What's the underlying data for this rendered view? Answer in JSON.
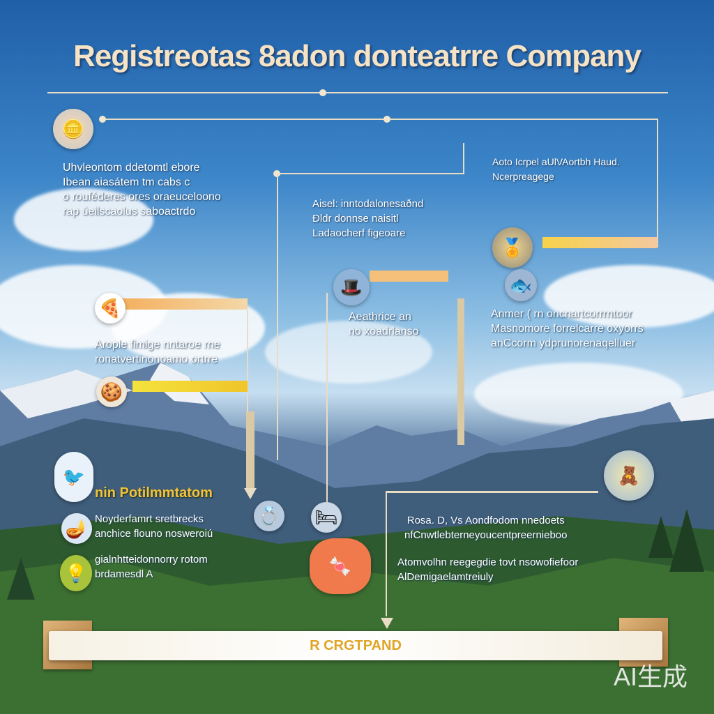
{
  "title": "Registreotas 8adon donteatrre Company",
  "blocks": {
    "top_left": [
      "Uhvleontom ddetomtl ebore",
      "Ibean aiasátem tm cabs c",
      "o rouféderes ores oraeuceloono",
      "rap úeilscaolus saboactrdo"
    ],
    "center_top": [
      "Aisel: inntodalonesaðnd",
      "Ðldr donnse naisitl",
      "Ladaocherf figeoare"
    ],
    "top_right": [
      "Aoto Icrpel aUlVAortbh Haud.",
      "Ncerpreagege"
    ],
    "center_mid": [
      "Aeathrice an",
      "no xoadrlanso"
    ],
    "right_mid": [
      "Anmer ( rn oncnartcorrrntoor",
      "Masnomore forrelcarre oxyorrs",
      "anCcorm ydprunorenaqelluer"
    ],
    "left_mid": [
      "Arople fimige nntaroe rne",
      "ronatvertinonoamo ortrre"
    ],
    "heading": "nin Potilmmtatom",
    "left_list": [
      [
        "Noyderfamrt sretbrecks",
        "anchice flouno nosweroiú"
      ],
      [
        "gialnhtteidonnorry rotom",
        "brdamesdl A"
      ]
    ],
    "bottom_center": [
      "Rosa. D, Vs Aondfodom nnedoets",
      "nfCnwtlebterneyoucentpreernieboo"
    ],
    "bottom_center2": [
      "Atomvolhn reegegdie tovt nsowofiefoor",
      "AlDemigaelamtreiuly"
    ],
    "banner": "R CRGTPAND",
    "watermark": "AI生成"
  },
  "colors": {
    "bar_orange": "#f4c07a",
    "bar_yellow": "#f2d54a",
    "heading": "#f2c23a"
  },
  "icons": [
    "coin-icon",
    "pizza-icon",
    "cookie-icon",
    "bird-icon",
    "hat-icon",
    "lamp-icon",
    "bulb-icon",
    "coin-medal-icon",
    "ring-icon",
    "candy-icon",
    "fish-icon",
    "pillow-icon",
    "doll-icon"
  ]
}
